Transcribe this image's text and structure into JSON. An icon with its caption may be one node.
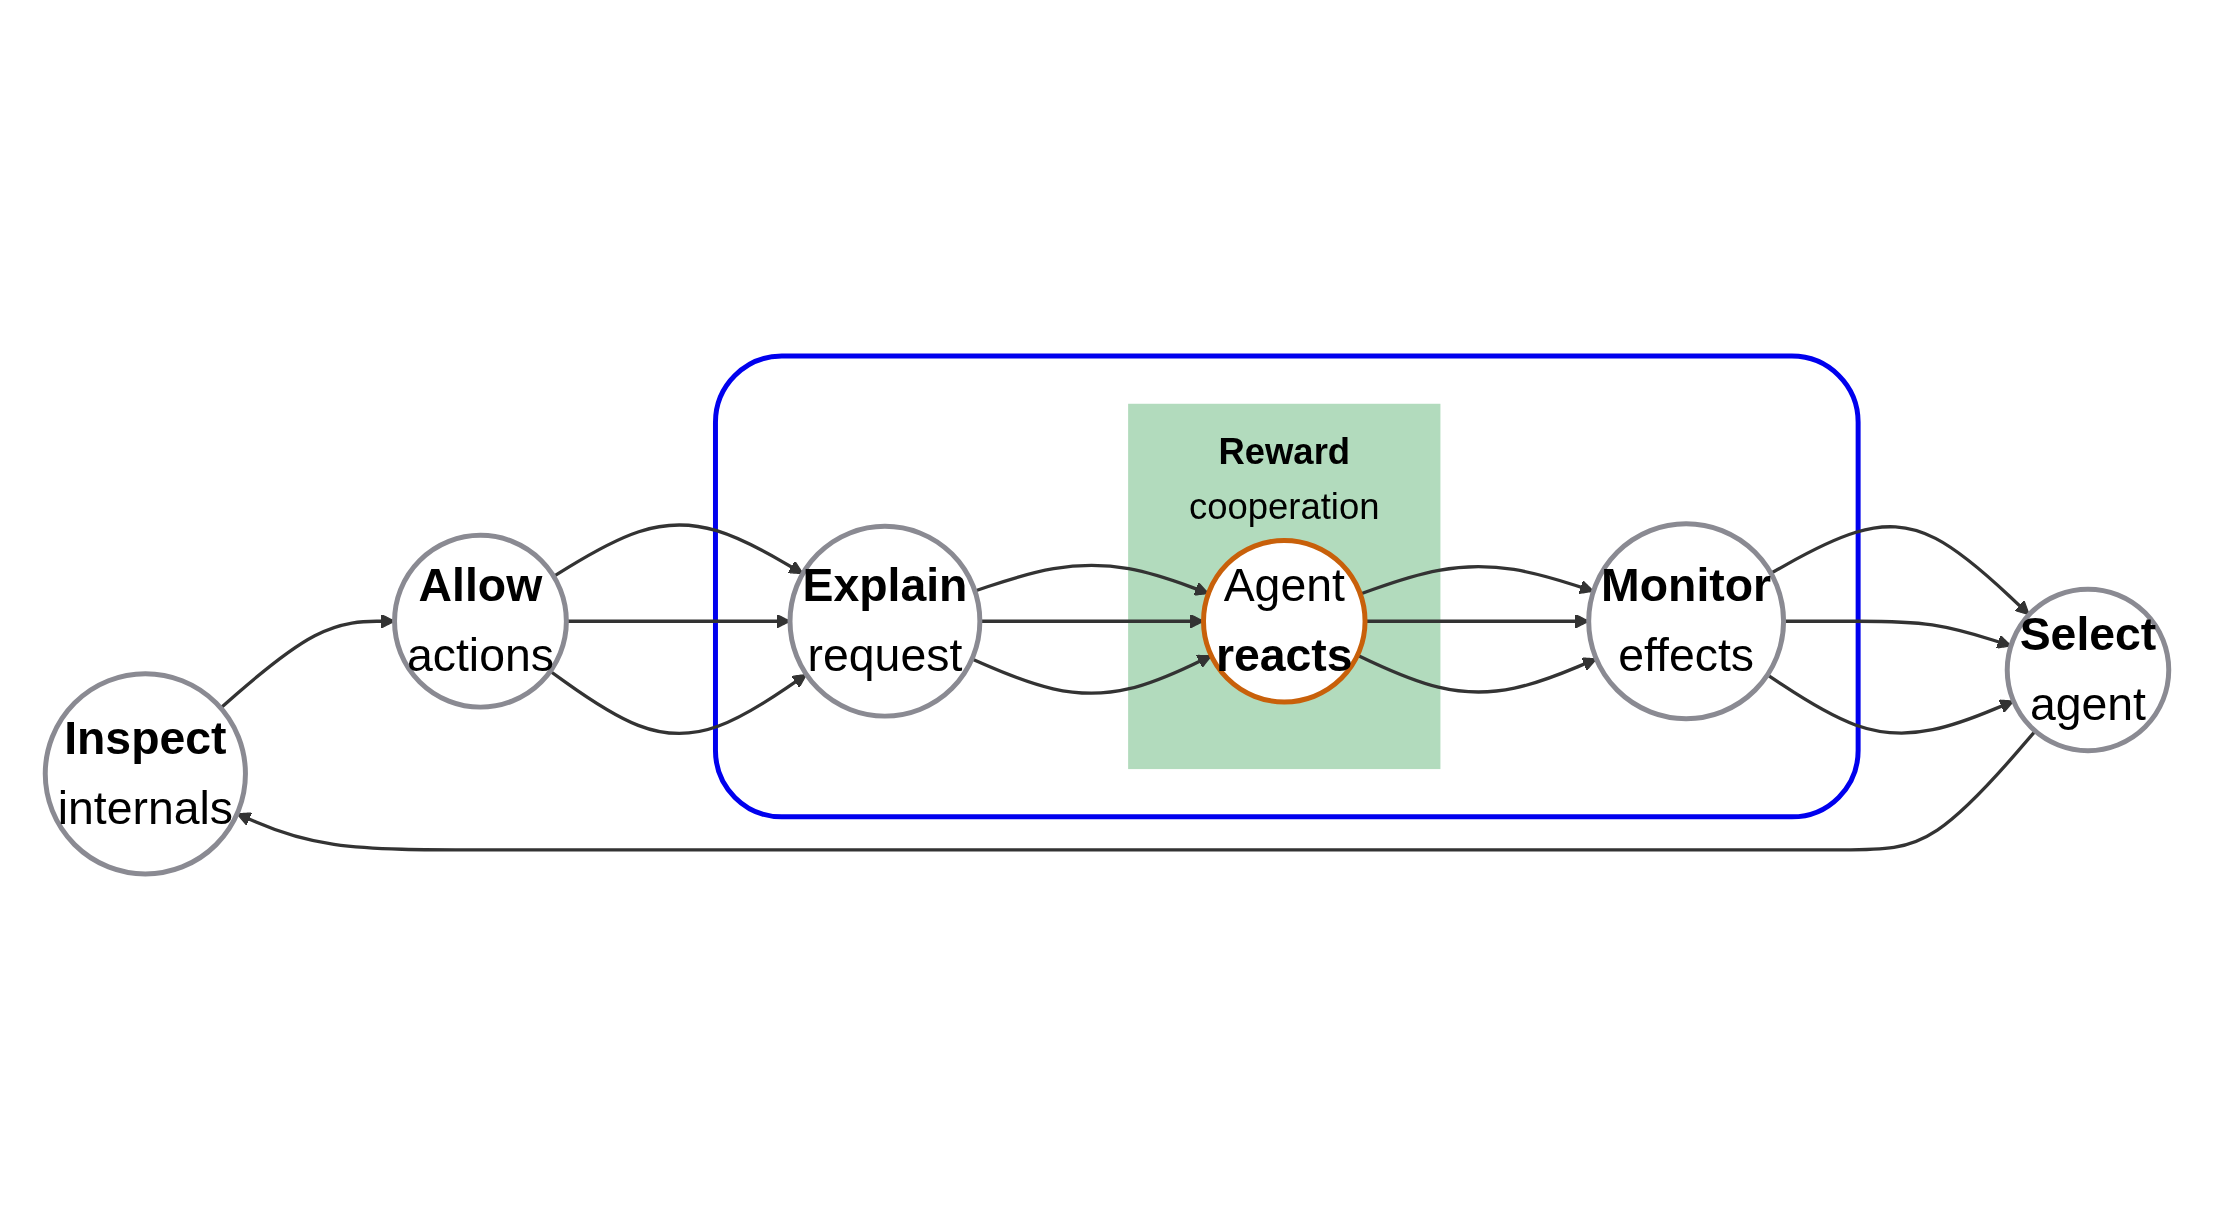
{
  "diagram": {
    "nodes": [
      {
        "text": [
          "Inspect",
          "internals"
        ]
      },
      {
        "text": [
          "Allow",
          "actions"
        ]
      },
      {
        "text": [],
        "shape": "box"
      },
      {
        "text": [
          "Explain",
          "request"
        ],
        "in": 2
      },
      {
        "text": [
          "Reward",
          "cooperation"
        ],
        "in": 2
      },
      {
        "text": [
          "Agent",
          "reacts"
        ],
        "in": 4
      },
      {
        "text": [
          "Monitor",
          "effects"
        ],
        "in": 2
      },
      {
        "text": [
          "Select",
          "agent"
        ]
      }
    ],
    "edges": [
      {
        "from": 0,
        "to": 1,
        "arrow": "to"
      },
      {
        "from": 1,
        "to": 3,
        "arrow": "to"
      },
      {
        "from": 1,
        "to": 3,
        "arrow": "to"
      },
      {
        "from": 1,
        "to": 3,
        "arrow": "to"
      },
      {
        "from": 3,
        "to": 5,
        "arrow": "to"
      },
      {
        "from": 3,
        "to": 5,
        "arrow": "to"
      },
      {
        "from": 3,
        "to": 5,
        "arrow": "to"
      },
      {
        "from": 5,
        "to": 6,
        "arrow": "to"
      },
      {
        "from": 5,
        "to": 6,
        "arrow": "to"
      },
      {
        "from": 5,
        "to": 6,
        "arrow": "to"
      },
      {
        "from": 6,
        "to": 7,
        "arrow": "to"
      },
      {
        "from": 6,
        "to": 7,
        "arrow": "to"
      },
      {
        "from": 6,
        "to": 7,
        "arrow": "to"
      },
      {
        "from": 7,
        "to": 0,
        "arrow": "to"
      }
    ]
  }
}
